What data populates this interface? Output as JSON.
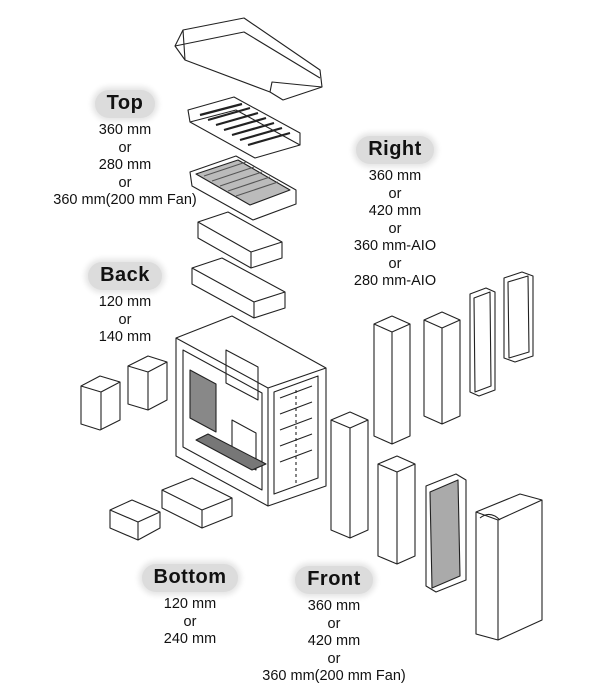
{
  "labels": {
    "top": {
      "title": "Top",
      "lines": [
        "360  mm",
        "or",
        "280 mm",
        "or",
        "360 mm(200 mm Fan)"
      ]
    },
    "right": {
      "title": "Right",
      "lines": [
        "360 mm",
        "or",
        "420 mm",
        "or",
        "360 mm-AIO",
        "or",
        "280 mm-AIO"
      ]
    },
    "back": {
      "title": "Back",
      "lines": [
        "120 mm",
        "or",
        "140 mm"
      ]
    },
    "bottom": {
      "title": "Bottom",
      "lines": [
        "120 mm",
        "or",
        "240 mm"
      ]
    },
    "front": {
      "title": "Front",
      "lines": [
        "360 mm",
        "or",
        "420 mm",
        "or",
        "360 mm(200 mm Fan)"
      ]
    }
  },
  "colors": {
    "line": "#222222",
    "badge": "#dcdcdc",
    "background": "#ffffff"
  }
}
